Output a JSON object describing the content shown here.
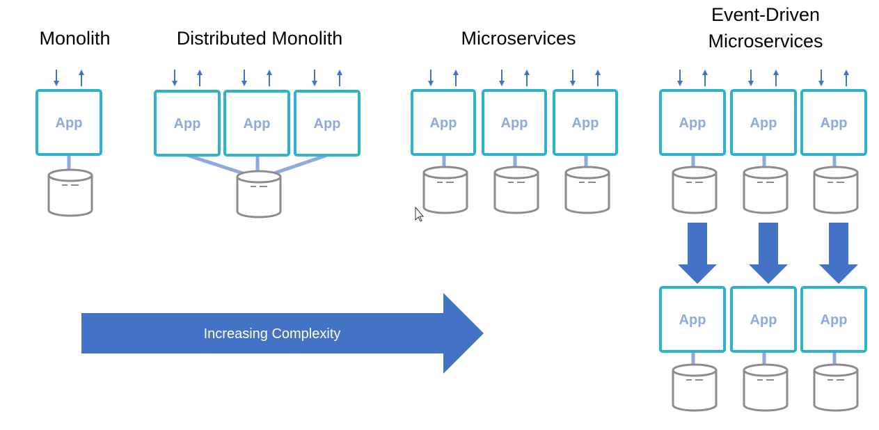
{
  "sections": {
    "monolith": {
      "title": "Monolith"
    },
    "distributed": {
      "title": "Distributed Monolith"
    },
    "microservices": {
      "title": "Microservices"
    },
    "event_driven": {
      "title_line1": "Event-Driven",
      "title_line2": "Microservices"
    }
  },
  "app_label": "App",
  "complexity_arrow": {
    "label": "Increasing Complexity"
  },
  "colors": {
    "box_border": "#2CB3C9",
    "app_text": "#8EA9DB",
    "connector": "#8EA9DB",
    "db_stroke": "#8C8C8C",
    "io_arrow": "#4472C4",
    "big_arrow": "#4472C4"
  }
}
